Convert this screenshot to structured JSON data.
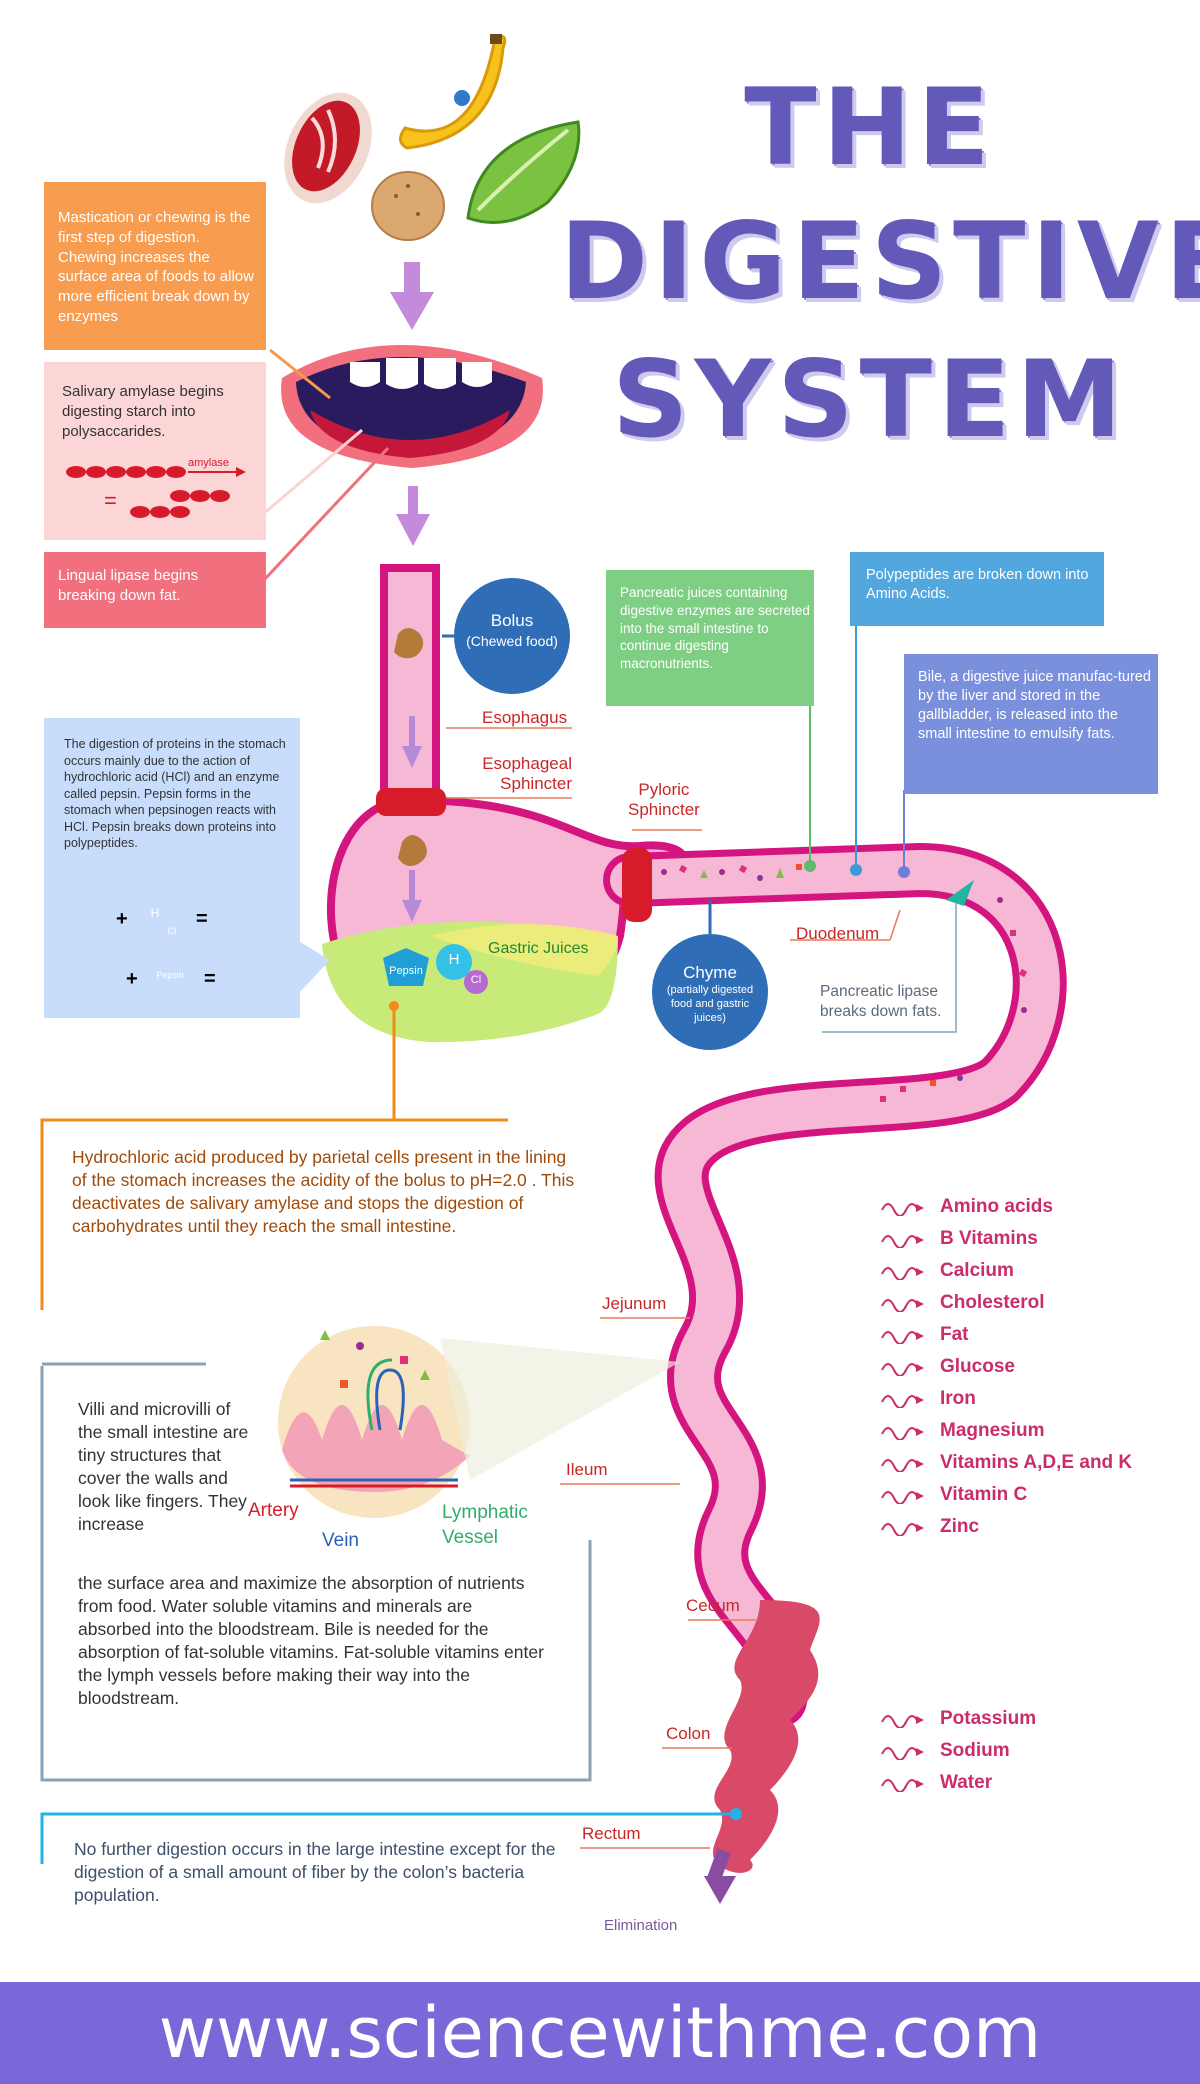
{
  "title": {
    "line1": "THE",
    "line2": "DIGESTIVE",
    "line3": "SYSTEM"
  },
  "mouth_notes": {
    "chewing": "Mastication or chewing is the first step of digestion. Chewing increases the surface area of foods to allow more efficient break down by enzymes",
    "amylase": "Salivary amylase begins digesting starch into polysaccarides.",
    "amylase_arrow": "amylase",
    "lipase": "Lingual lipase begins breaking down fat."
  },
  "bolus": {
    "title": "Bolus",
    "sub": "(Chewed food)"
  },
  "labels": {
    "esophagus": "Esophagus",
    "esophageal_sphincter_1": "Esophageal",
    "esophageal_sphincter_2": "Sphincter",
    "pyloric_1": "Pyloric",
    "pyloric_2": "Sphincter",
    "duodenum": "Duodenum",
    "gastric_juices": "Gastric Juices",
    "pepsin": "Pepsin",
    "h": "H",
    "cl": "Cl",
    "jejunum": "Jejunum",
    "ileum": "Ileum",
    "cecum": "Cecum",
    "colon": "Colon",
    "rectum": "Rectum",
    "elimination": "Elimination",
    "artery": "Artery",
    "vein": "Vein",
    "lymphatic_1": "Lymphatic",
    "lymphatic_2": "Vessel",
    "plus": "+",
    "equals": "="
  },
  "chyme": {
    "title": "Chyme",
    "sub": "(partially digested food and gastric juices)"
  },
  "stomach_note": "The digestion of proteins in the stomach occurs mainly due to the action of hydrochloric acid (HCl) and an enzyme called pepsin. Pepsin forms in the stomach when pepsinogen reacts with HCl. Pepsin breaks down proteins into polypeptides.",
  "pancreatic_note": "Pancreatic juices containing digestive enzymes are secreted into the small intestine to continue digesting macronutrients.",
  "polypeptides_note": "Polypeptides are broken down into Amino Acids.",
  "bile_note": "Bile, a digestive juice manufac-tured by the liver and stored in the gallbladder, is released into the small intestine to emulsify fats.",
  "pancreatic_lipase_note": "Pancreatic lipase breaks down fats.",
  "hcl_note": "Hydrochloric acid  produced by parietal cells present in the lining of the stomach increases the acidity of the bolus to pH=2.0 . This deactivates de salivary amylase and stops the digestion of carbohydrates until they reach the small intestine.",
  "villi_note_top": "Villi and microvilli of the small intestine are tiny structures  that cover the walls and look like fingers. They increase",
  "villi_note_bottom": "the surface area and maximize the absorption of nutrients from food.  Water soluble vitamins and minerals are absorbed into the bloodstream. Bile is needed for the absorption of fat-soluble vitamins. Fat-soluble vitamins enter the lymph vessels before making their way into the bloodstream.",
  "large_intestine_note": "No further digestion occurs in the large intestine except for the digestion of a small amount of fiber by the colon’s bacteria population.",
  "small_intestine_nutrients": [
    "Amino acids",
    "B Vitamins",
    "Calcium",
    "Cholesterol",
    "Fat",
    "Glucose",
    "Iron",
    "Magnesium",
    "Vitamins A,D,E and K",
    "Vitamin C",
    "Zinc"
  ],
  "large_intestine_nutrients": [
    "Potassium",
    "Sodium",
    "Water"
  ],
  "footer": "www.sciencewithme.com",
  "colors": {
    "title": "#6259b8",
    "intestine_fill": "#f7b8d6",
    "intestine_outline": "#d4157f",
    "colon": "#d94a68",
    "nutrient_text": "#c92d6a",
    "footer_bg": "#7b68d8"
  }
}
